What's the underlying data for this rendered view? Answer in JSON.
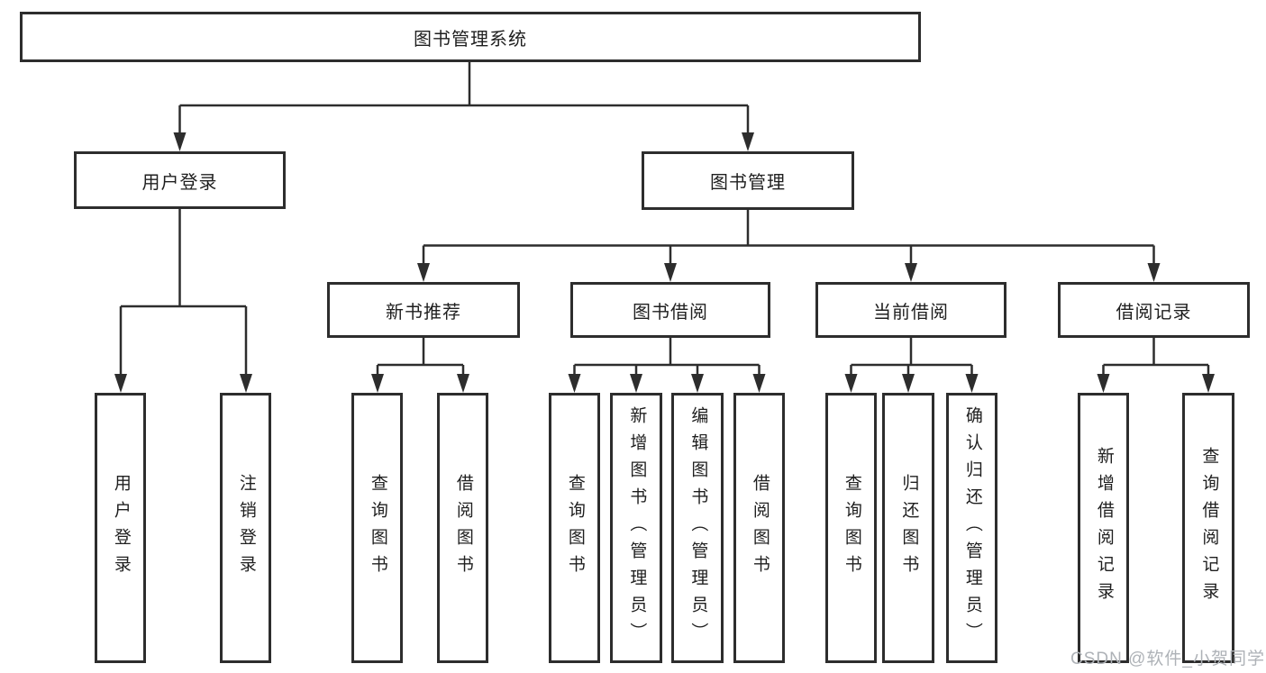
{
  "diagram": {
    "root": {
      "label": "图书管理系统"
    },
    "level2": [
      {
        "label": "用户登录"
      },
      {
        "label": "图书管理"
      }
    ],
    "level3": [
      {
        "label": "新书推荐"
      },
      {
        "label": "图书借阅"
      },
      {
        "label": "当前借阅"
      },
      {
        "label": "借阅记录"
      }
    ],
    "leaves": {
      "user_login": [
        "用户登录",
        "注销登录"
      ],
      "new_book": [
        "查询图书",
        "借阅图书"
      ],
      "book_borrow": [
        "查询图书",
        "新增图书（管理员）",
        "编辑图书（管理员）",
        "借阅图书"
      ],
      "current_borrow": [
        "查询图书",
        "归还图书",
        "确认归还（管理员）"
      ],
      "borrow_record": [
        "新增借阅记录",
        "查询借阅记录"
      ]
    }
  },
  "watermark": "CSDN @软件_小贺同学",
  "colors": {
    "line": "#2d2d2d",
    "text": "#1f1f1f",
    "background": "#ffffff",
    "watermark": "#aeb2b7"
  }
}
